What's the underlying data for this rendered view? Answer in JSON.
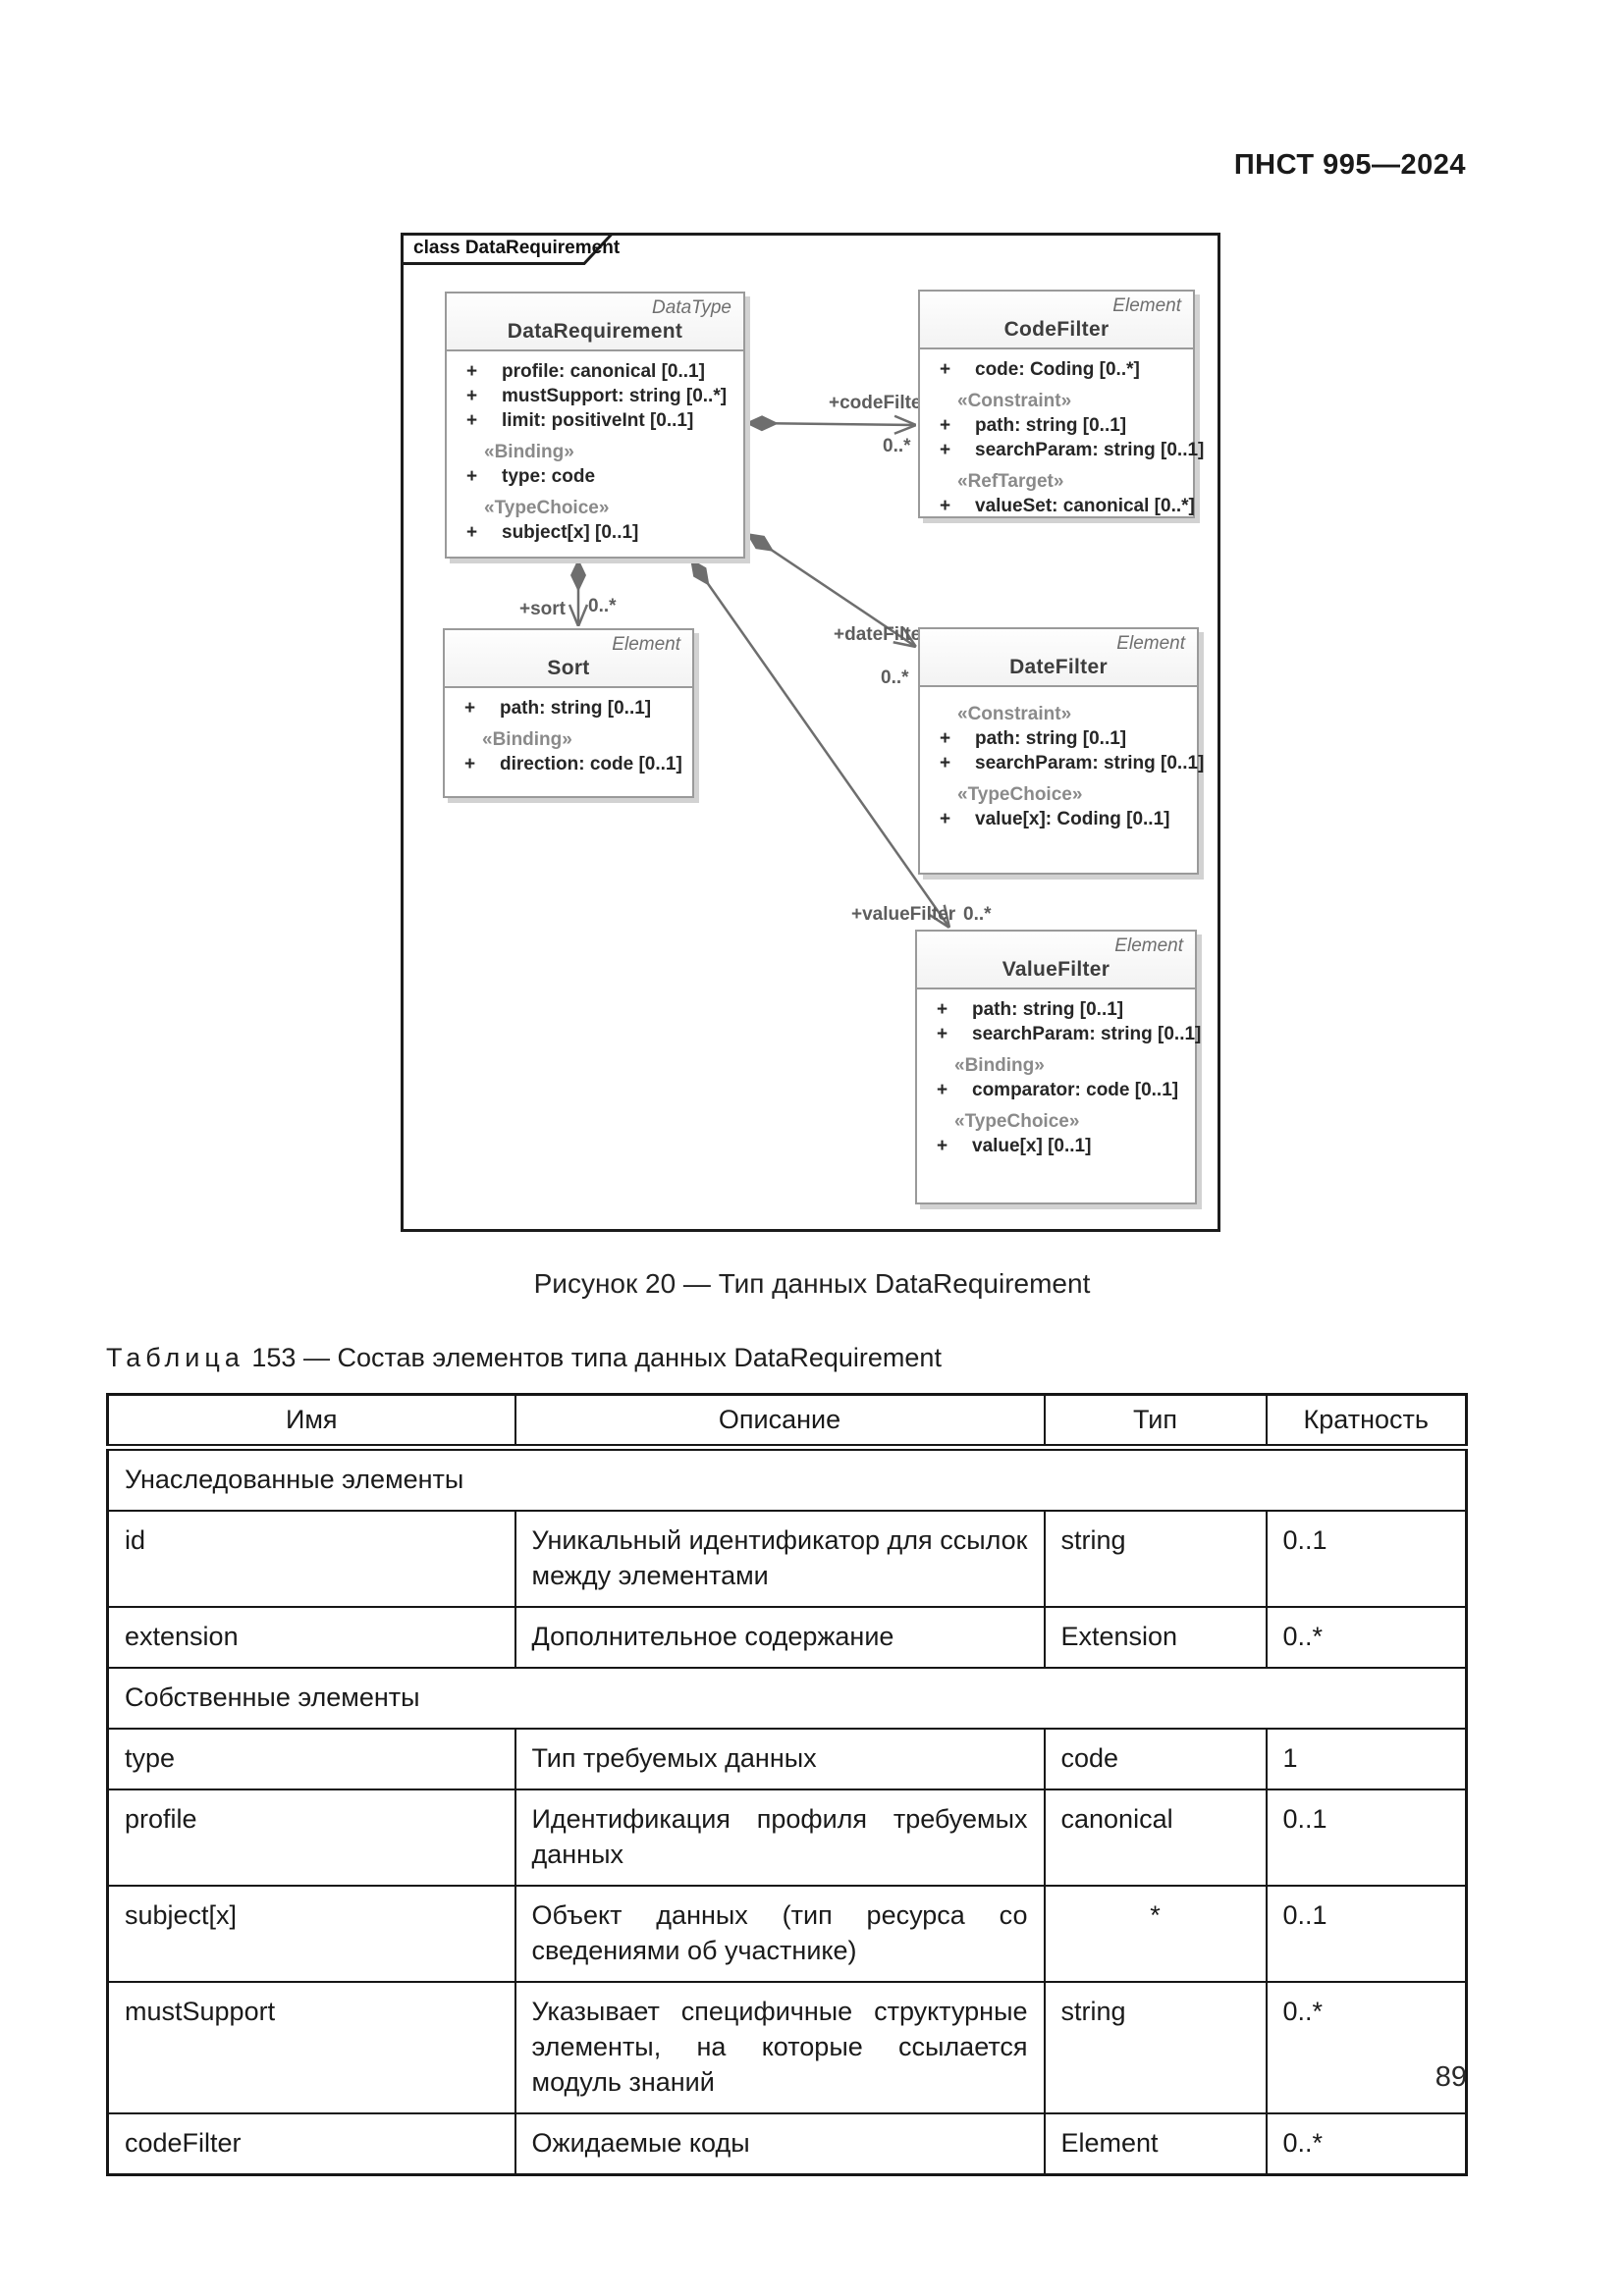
{
  "page": {
    "standard": "ПНСТ 995—2024",
    "number": "89"
  },
  "figure": {
    "frame_label": "class DataRequirement",
    "caption": "Рисунок 20 — Тип данных DataRequirement",
    "classes": [
      {
        "stereotype": "DataType",
        "name": "DataRequirement",
        "items": [
          {
            "plus": "+",
            "text": "profile: canonical [0..1]"
          },
          {
            "plus": "+",
            "text": "mustSupport: string [0..*]"
          },
          {
            "plus": "+",
            "text": "limit: positiveInt [0..1]"
          },
          {
            "text": "«Binding»"
          },
          {
            "plus": "+",
            "text": "type: code"
          },
          {
            "text": "«TypeChoice»"
          },
          {
            "plus": "+",
            "text": "subject[x] [0..1]"
          }
        ]
      },
      {
        "stereotype": "Element",
        "name": "CodeFilter",
        "items": [
          {
            "plus": "+",
            "text": "code: Coding [0..*]"
          },
          {
            "text": "«Constraint»"
          },
          {
            "plus": "+",
            "text": "path: string [0..1]"
          },
          {
            "plus": "+",
            "text": "searchParam: string [0..1]"
          },
          {
            "text": "«RefTarget»"
          },
          {
            "plus": "+",
            "text": "valueSet: canonical [0..*]"
          }
        ]
      },
      {
        "stereotype": "Element",
        "name": "Sort",
        "items": [
          {
            "plus": "+",
            "text": "path: string [0..1]"
          },
          {
            "text": "«Binding»"
          },
          {
            "plus": "+",
            "text": "direction: code [0..1]"
          }
        ]
      },
      {
        "stereotype": "Element",
        "name": "DateFilter",
        "items": [
          {
            "text": "«Constraint»"
          },
          {
            "plus": "+",
            "text": "path: string [0..1]"
          },
          {
            "plus": "+",
            "text": "searchParam: string [0..1]"
          },
          {
            "text": "«TypeChoice»"
          },
          {
            "plus": "+",
            "text": "value[x]: Coding [0..1]"
          }
        ]
      },
      {
        "stereotype": "Element",
        "name": "ValueFilter",
        "items": [
          {
            "plus": "+",
            "text": "path: string [0..1]"
          },
          {
            "plus": "+",
            "text": "searchParam: string [0..1]"
          },
          {
            "text": "«Binding»"
          },
          {
            "plus": "+",
            "text": "comparator: code [0..1]"
          },
          {
            "text": "«TypeChoice»"
          },
          {
            "plus": "+",
            "text": "value[x] [0..1]"
          }
        ]
      }
    ],
    "edges": {
      "codeFilter": {
        "label": "+codeFilter",
        "mult": "0..*"
      },
      "sort": {
        "label": "+sort",
        "mult": "0..*"
      },
      "dateFilter": {
        "label": "+dateFilter",
        "mult": "0..*"
      },
      "valueFilter": {
        "label": "+valueFilter",
        "mult": "0..*"
      }
    }
  },
  "table": {
    "caption_word": "Таблица",
    "caption_rest": "153 — Состав элементов типа данных DataRequirement",
    "columns": [
      "Имя",
      "Описание",
      "Тип",
      "Кратность"
    ],
    "rows": [
      {
        "section": "Унаследованные элементы"
      },
      {
        "name": "id",
        "desc": "Уникальный идентификатор для ссылок между элементами",
        "type": "string",
        "card": "0..1"
      },
      {
        "name": "extension",
        "desc": "Дополнительное содержание",
        "type": "Extension",
        "card": "0..*"
      },
      {
        "section": "Собственные элементы"
      },
      {
        "name": "type",
        "desc": "Тип требуемых данных",
        "type": "code",
        "card": "1"
      },
      {
        "name": "profile",
        "desc": "Идентификация профиля требуемых данных",
        "type": "canonical",
        "card": "0..1"
      },
      {
        "name": "subject[x]",
        "desc": "Объект данных (тип ресурса со сведениями об участнике)",
        "type": "*",
        "card": "0..1"
      },
      {
        "name": "mustSupport",
        "desc": "Указывает специфичные структурные элементы, на которые ссылается модуль знаний",
        "type": "string",
        "card": "0..*"
      },
      {
        "name": "codeFilter",
        "desc": "Ожидаемые коды",
        "type": "Element",
        "card": "0..*"
      }
    ]
  }
}
